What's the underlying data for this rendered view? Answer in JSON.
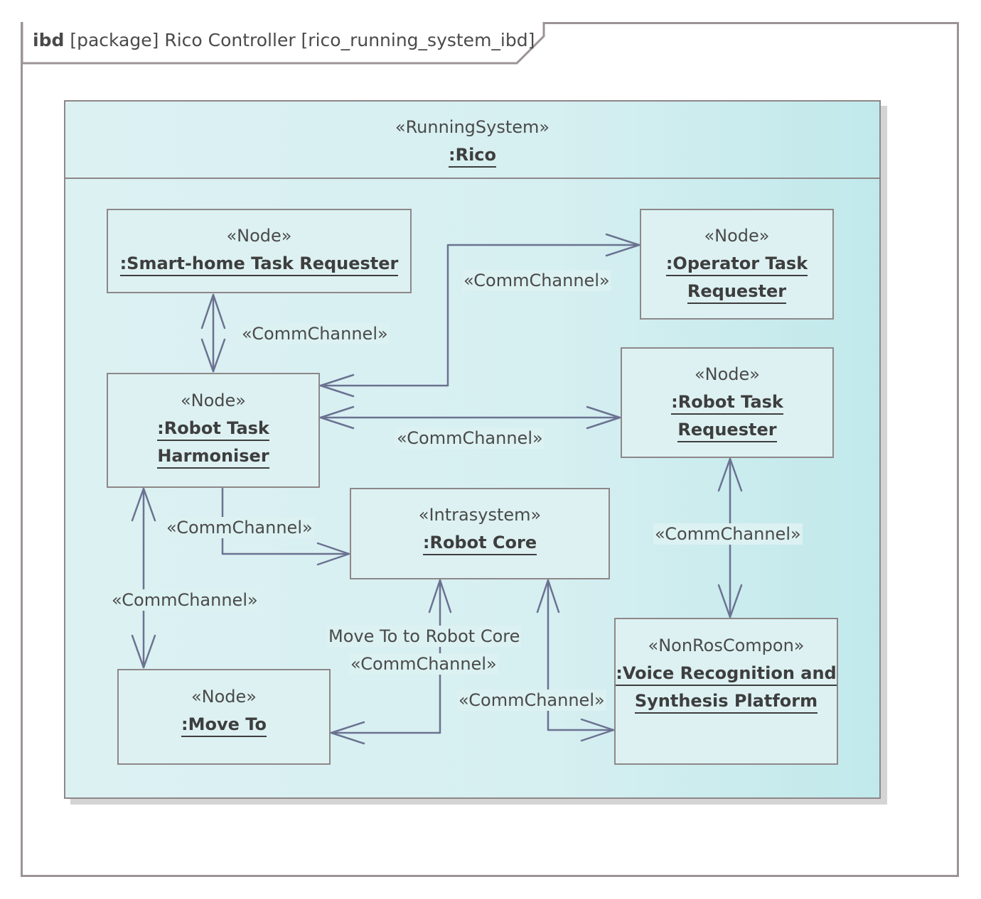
{
  "frame": {
    "kind": "ibd",
    "title": "[package] Rico Controller [rico_running_system_ibd]"
  },
  "system": {
    "stereotype": "«RunningSystem»",
    "name": ":Rico"
  },
  "nodes": {
    "smart_home": {
      "stereotype": "«Node»",
      "name": ":Smart-home Task Requester"
    },
    "operator": {
      "stereotype": "«Node»",
      "name_line1": ":Operator Task",
      "name_line2": "Requester"
    },
    "harmoniser": {
      "stereotype": "«Node»",
      "name_line1": ":Robot Task",
      "name_line2": "Harmoniser"
    },
    "robot_requester": {
      "stereotype": "«Node»",
      "name": ":Robot Task Requester"
    },
    "robot_core": {
      "stereotype": "«Intrasystem»",
      "name": ":Robot Core"
    },
    "move_to": {
      "stereotype": "«Node»",
      "name": ":Move To"
    },
    "voice": {
      "stereotype": "«NonRosCompon»",
      "name_line1": ":Voice Recognition and",
      "name_line2": "Synthesis Platform"
    }
  },
  "connectors": {
    "smart_home_harmoniser": "«CommChannel»",
    "operator_harmoniser": "«CommChannel»",
    "harmoniser_robot_requester": "«CommChannel»",
    "harmoniser_robot_core": "«CommChannel»",
    "harmoniser_move_to": "«CommChannel»",
    "robot_requester_voice": "«CommChannel»",
    "move_to_core_name": "Move To to Robot Core",
    "move_to_core_stereo": "«CommChannel»",
    "core_voice": "«CommChannel»"
  },
  "colors": {
    "connector": "#6b7291",
    "border": "#8e8789",
    "fill": "#dcf1f2"
  }
}
